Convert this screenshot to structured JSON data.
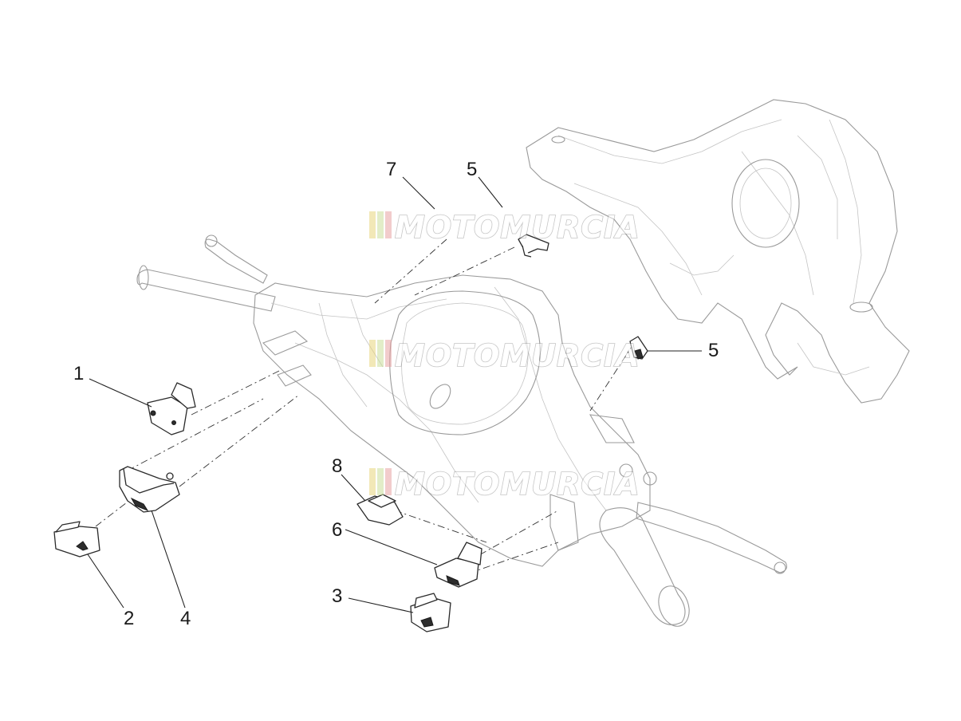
{
  "watermark": {
    "text": "MOTOMURCIA",
    "stripe_colors": [
      "#e8d37a",
      "#c9de9a",
      "#e8a0a0"
    ]
  },
  "callouts": [
    {
      "id": "c1",
      "label": "1"
    },
    {
      "id": "c2",
      "label": "2"
    },
    {
      "id": "c3",
      "label": "3"
    },
    {
      "id": "c4",
      "label": "4"
    },
    {
      "id": "c5a",
      "label": "5"
    },
    {
      "id": "c5b",
      "label": "5"
    },
    {
      "id": "c6",
      "label": "6"
    },
    {
      "id": "c7",
      "label": "7"
    },
    {
      "id": "c8",
      "label": "8"
    }
  ]
}
